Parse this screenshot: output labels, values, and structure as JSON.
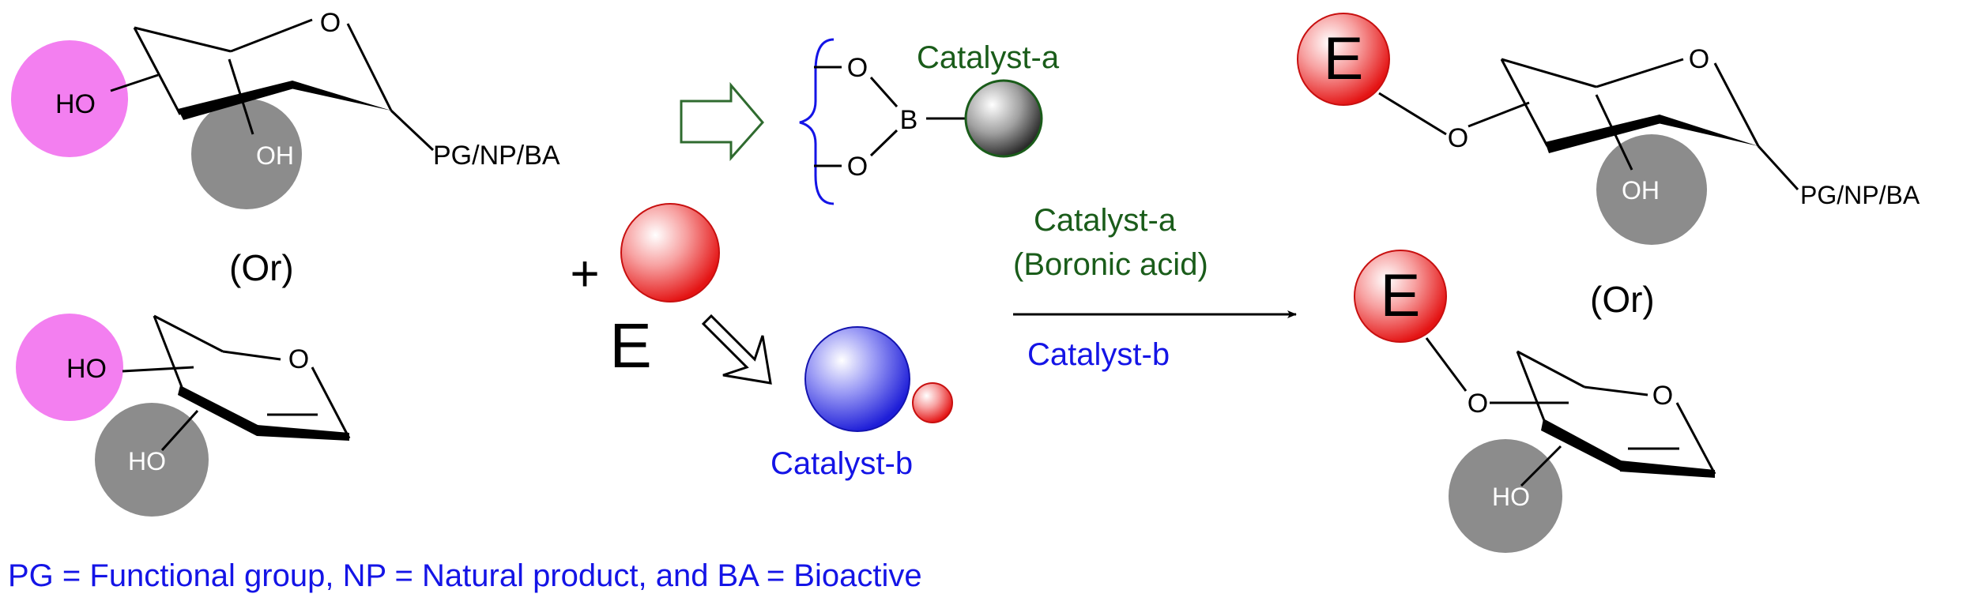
{
  "reactant_top": {
    "sub_label": "PG/NP/BA",
    "oh_left": "HO",
    "oh_right": "OH",
    "ring_o": "O"
  },
  "or_label_left": "(Or)",
  "reactant_bottom": {
    "oh_left": "HO",
    "oh_lower": "HO",
    "ring_o": "O"
  },
  "plus": "+",
  "electrophile": {
    "label": "E"
  },
  "boronate": {
    "o_top": "O",
    "o_bottom": "O",
    "boron": "B",
    "catalyst_label": "Catalyst-a"
  },
  "catalyst_b": {
    "label": "Catalyst-b"
  },
  "arrow_labels": {
    "line1": "Catalyst-a",
    "line2": "(Boronic acid)",
    "below": "Catalyst-b"
  },
  "product_top": {
    "e_label": "E",
    "o_link": "O",
    "ring_o": "O",
    "oh": "OH",
    "sub_label": "PG/NP/BA"
  },
  "or_label_right": "(Or)",
  "product_bottom": {
    "e_label": "E",
    "o_link": "O",
    "ring_o": "O",
    "oh": "HO"
  },
  "footnote": "PG = Functional group, NP = Natural product, and BA = Bioactive",
  "colors": {
    "magenta_blob": "#f37ff0",
    "gray_blob": "#8c8c8c",
    "catalyst_a_text": "#1a5c1a",
    "catalyst_b_text": "#1414e6",
    "hollow_arrow": "#2f6b2f",
    "electrophile_red": "#e41414",
    "catalyst_b_blue": "#1e1ed8"
  }
}
